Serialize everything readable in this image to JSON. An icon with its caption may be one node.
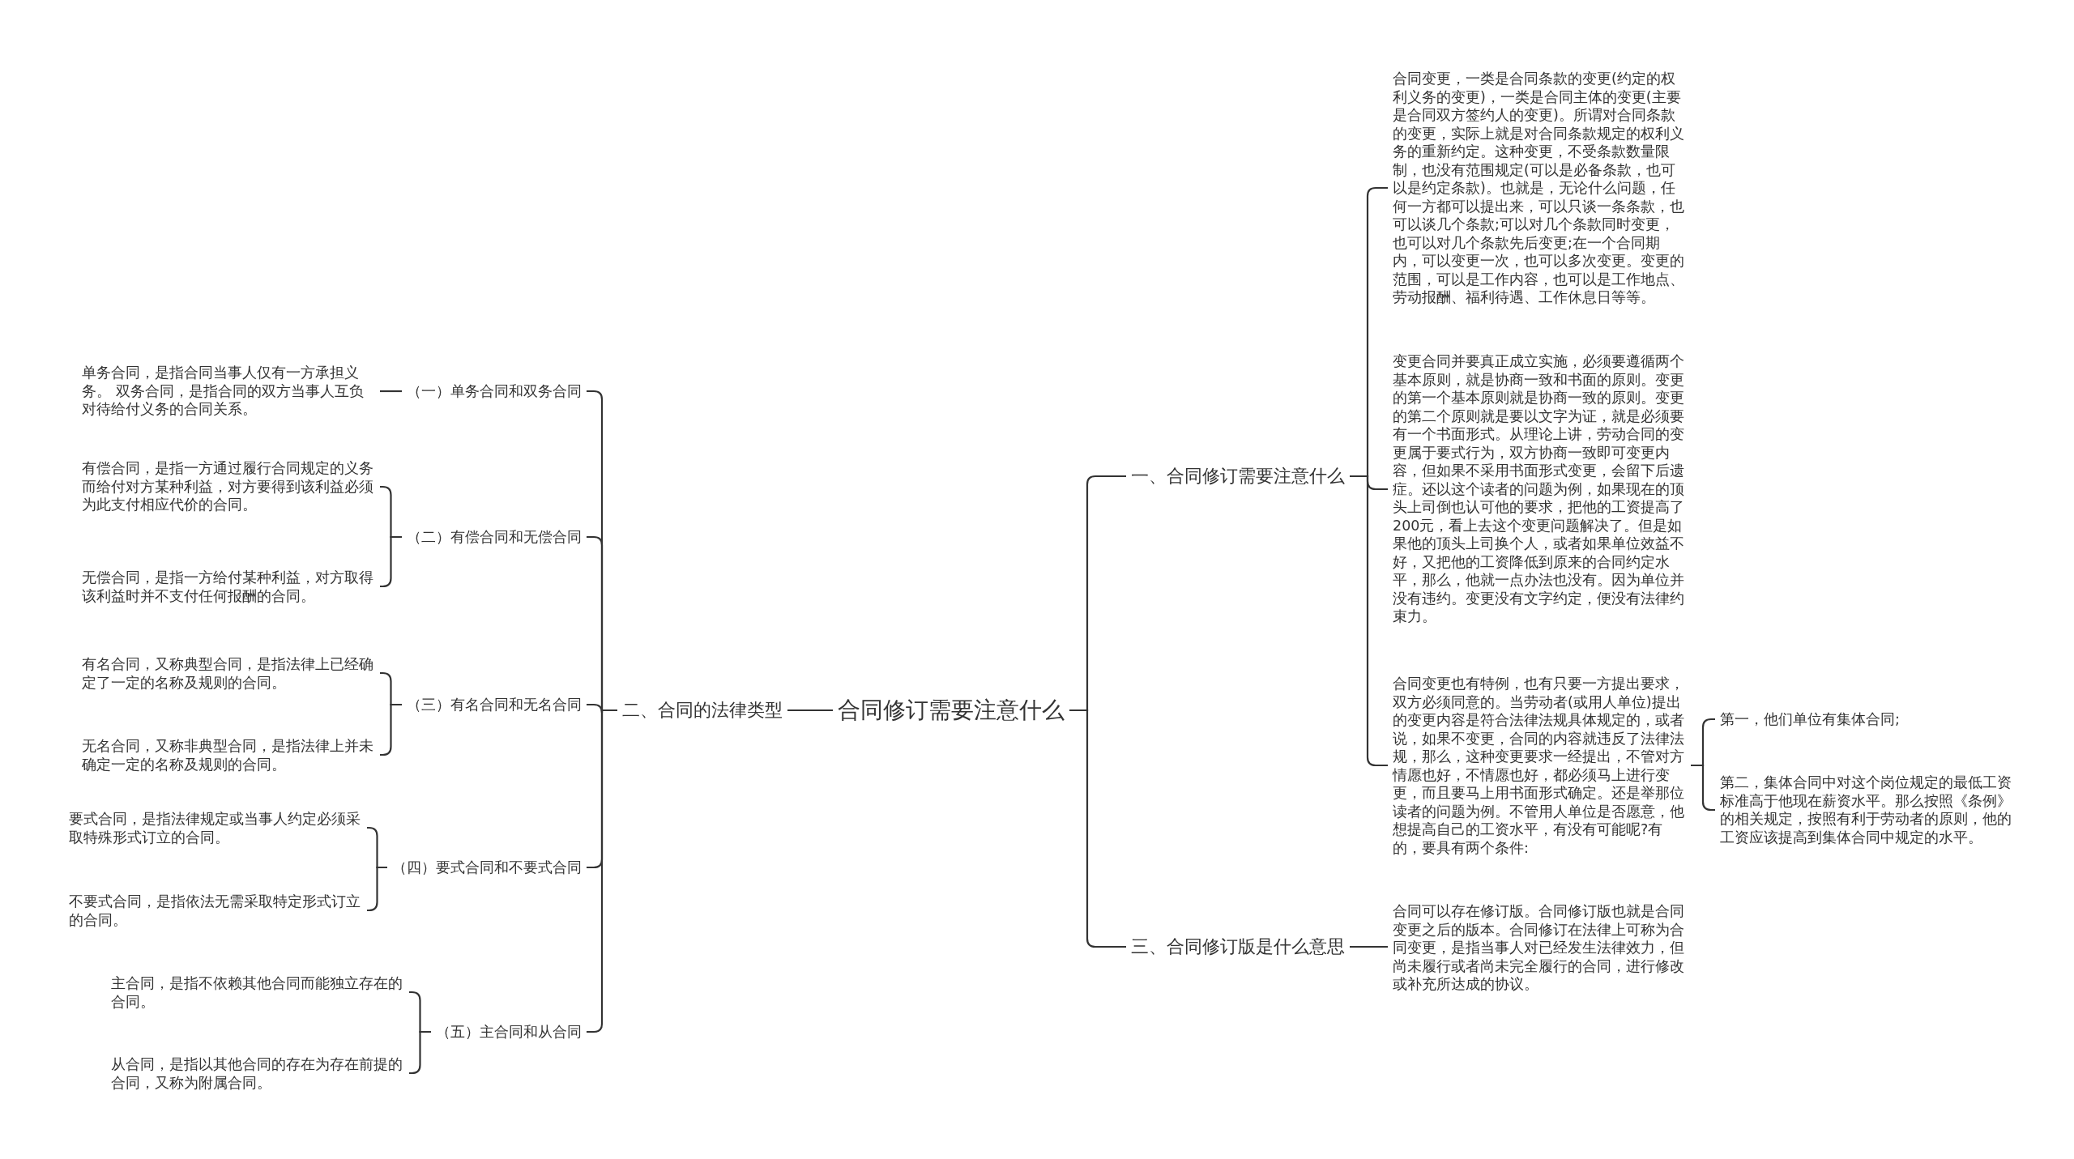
{
  "diagram": {
    "nodes": [
      {
        "text": [
          "合同修订需要注意什么"
        ]
      },
      {
        "text": [
          "二、合同的法律类型"
        ]
      },
      {
        "text": [
          "（一）单务合同和双务合同"
        ]
      },
      {
        "text": [
          "（二）有偿合同和无偿合同"
        ]
      },
      {
        "text": [
          "（三）有名合同和无名合同"
        ]
      },
      {
        "text": [
          "（四）要式合同和不要式合同"
        ]
      },
      {
        "text": [
          "（五）主合同和从合同"
        ]
      },
      {
        "text": [
          "单务合同，是指合同当事人仅有一方承担义务。 双务合同，是指合同的双方当事人互负对待给付义务的合同关系。"
        ]
      },
      {
        "text": [
          "有偿合同，是指一方通过履行合同规定的义务而给付对方某种利益，对方要得到该利益必须为此支付相应代价的合同。"
        ]
      },
      {
        "text": [
          "无偿合同，是指一方给付某种利益，对方取得该利益时并不支付任何报酬的合同。"
        ]
      },
      {
        "text": [
          "有名合同，又称典型合同，是指法律上已经确定了一定的名称及规则的合同。"
        ]
      },
      {
        "text": [
          "无名合同，又称非典型合同，是指法律上并未确定一定的名称及规则的合同。"
        ]
      },
      {
        "text": [
          "要式合同，是指法律规定或当事人约定必须采取特殊形式订立的合同。"
        ]
      },
      {
        "text": [
          "不要式合同，是指依法无需采取特定形式订立的合同。"
        ]
      },
      {
        "text": [
          "主合同，是指不依赖其他合同而能独立存在的合同。"
        ]
      },
      {
        "text": [
          "从合同，是指以其他合同的存在为存在前提的合同，又称为附属合同。"
        ]
      },
      {
        "text": [
          "一、合同修订需要注意什么"
        ]
      },
      {
        "text": [
          "三、合同修订版是什么意思"
        ]
      },
      {
        "text": [
          "合同变更，一类是合同条款的变更(约定的权利义务的变更)，一类是合同主体的变更(主要是合同双方签约人的变更)。所谓对合同条款的变更，实际上就是对合同条款规定的权利义务的重新约定。这种变更，不受条款数量限制，也没有范围规定(可以是必备条款，也可以是约定条款)。也就是，无论什么问题，任何一方都可以提出来，可以只谈一条条款，也可以谈几个条款;可以对几个条款同时变更，也可以对几个条款先后变更;在一个合同期内，可以变更一次，也可以多次变更。变更的范围，可以是工作内容，也可以是工作地点、劳动报酬、福利待遇、工作休息日等等。"
        ]
      },
      {
        "text": [
          "变更合同并要真正成立实施，必须要遵循两个基本原则，就是协商一致和书面的原则。变更的第一个基本原则就是协商一致的原则。变更的第二个原则就是要以文字为证，就是必须要有一个书面形式。从理论上讲，劳动合同的变更属于要式行为，双方协商一致即可变更内容，但如果不采用书面形式变更，会留下后遗症。还以这个读者的问题为例，如果现在的顶头上司倒也认可他的要求，把他的工资提高了200元，看上去这个变更问题解决了。但是如果他的顶头上司换个人，或者如果单位效益不好，又把他的工资降低到原来的合同约定水平，那么，他就一点办法也没有。因为单位并没有违约。变更没有文字约定，便没有法律约束力。"
        ]
      },
      {
        "text": [
          "合同变更也有特例，也有只要一方提出要求，双方必须同意的。当劳动者(或用人单位)提出的变更内容是符合法律法规具体规定的，或者说，如果不变更，合同的内容就违反了法律法规，那么，这种变更要求一经提出，不管对方情愿也好，不情愿也好，都必须马上进行变更，而且要马上用书面形式确定。还是举那位读者的问题为例。不管用人单位是否愿意，他想提高自己的工资水平，有没有可能呢?有的，要具有两个条件:"
        ]
      },
      {
        "text": [
          "合同可以存在修订版。合同修订版也就是合同变更之后的版本。合同修订在法律上可称为合同变更，是指当事人对已经发生法律效力，但尚未履行或者尚未完全履行的合同，进行修改或补充所达成的协议。"
        ]
      },
      {
        "text": [
          "第一，他们单位有集体合同;"
        ]
      },
      {
        "text": [
          "第二，集体合同中对这个岗位规定的最低工资标准高于他现在薪资水平。那么按照《条例》的相关规定，按照有利于劳动者的原则，他的工资应该提高到集体合同中规定的水平。"
        ]
      }
    ],
    "edges": [
      {
        "from": 0,
        "to": 1,
        "arrow": "none"
      },
      {
        "from": 1,
        "to": 2,
        "arrow": "none"
      },
      {
        "from": 1,
        "to": 3,
        "arrow": "none"
      },
      {
        "from": 1,
        "to": 4,
        "arrow": "none"
      },
      {
        "from": 1,
        "to": 5,
        "arrow": "none"
      },
      {
        "from": 1,
        "to": 6,
        "arrow": "none"
      },
      {
        "from": 2,
        "to": 7,
        "arrow": "none"
      },
      {
        "from": 3,
        "to": 8,
        "arrow": "none"
      },
      {
        "from": 3,
        "to": 9,
        "arrow": "none"
      },
      {
        "from": 4,
        "to": 10,
        "arrow": "none"
      },
      {
        "from": 4,
        "to": 11,
        "arrow": "none"
      },
      {
        "from": 5,
        "to": 12,
        "arrow": "none"
      },
      {
        "from": 5,
        "to": 13,
        "arrow": "none"
      },
      {
        "from": 6,
        "to": 14,
        "arrow": "none"
      },
      {
        "from": 6,
        "to": 15,
        "arrow": "none"
      },
      {
        "from": 0,
        "to": 16,
        "arrow": "none"
      },
      {
        "from": 0,
        "to": 17,
        "arrow": "none"
      },
      {
        "from": 16,
        "to": 18,
        "arrow": "none"
      },
      {
        "from": 16,
        "to": 19,
        "arrow": "none"
      },
      {
        "from": 16,
        "to": 20,
        "arrow": "none"
      },
      {
        "from": 17,
        "to": 21,
        "arrow": "none"
      },
      {
        "from": 20,
        "to": 22,
        "arrow": "none"
      },
      {
        "from": 20,
        "to": 23,
        "arrow": "none"
      }
    ]
  }
}
